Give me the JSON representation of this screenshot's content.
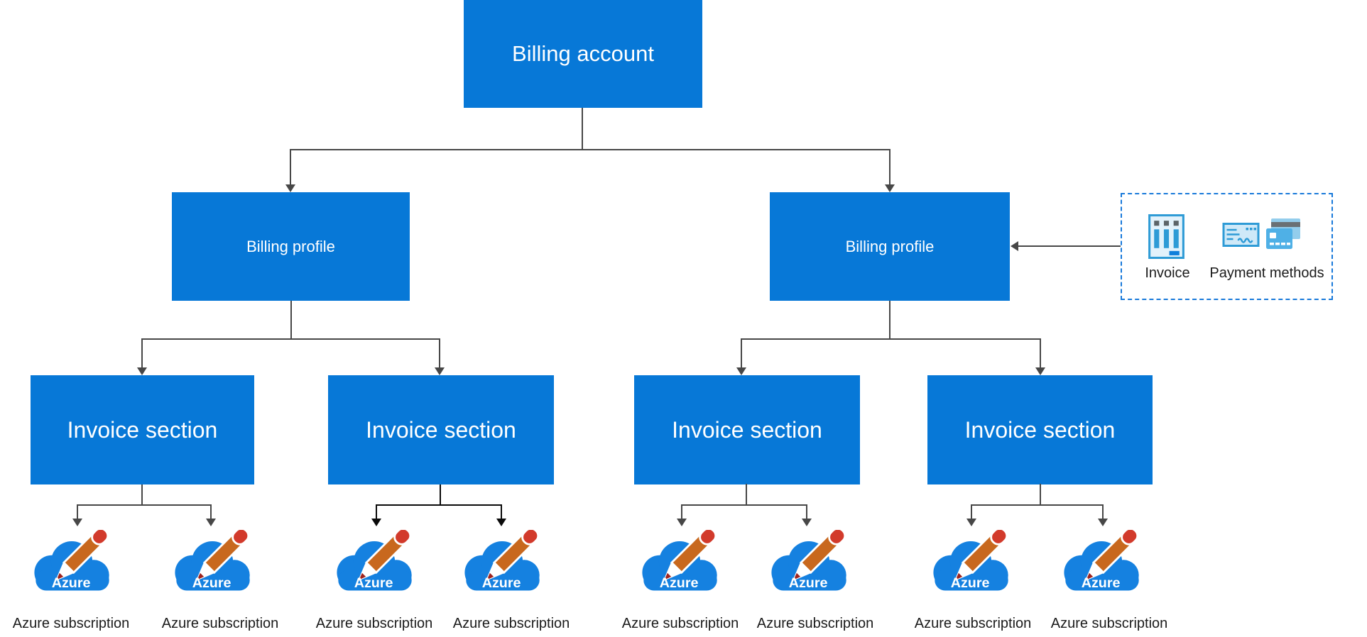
{
  "colors": {
    "node_fill": "#0778d7",
    "node_text": "#ffffff",
    "connector": "#474747",
    "connector_dark": "#0a0a0a",
    "legend_border": "#1879da",
    "cloud_blue": "#1581e0",
    "pencil_orange": "#c8681e",
    "pencil_eraser_red": "#d23a2b",
    "pencil_point_red": "#9e2420",
    "label_text": "#1b1b1b",
    "legend_icon_blue": "#2e9bd6",
    "legend_icon_light": "#e3f2fb"
  },
  "root": {
    "label": "Billing account"
  },
  "profiles": [
    {
      "label": "Billing profile",
      "sections": [
        {
          "label": "Invoice section",
          "subscriptions": [
            {
              "label": "Azure subscription",
              "icon_text": "Azure"
            },
            {
              "label": "Azure subscription",
              "icon_text": "Azure"
            }
          ]
        },
        {
          "label": "Invoice section",
          "subscriptions": [
            {
              "label": "Azure subscription",
              "icon_text": "Azure"
            },
            {
              "label": "Azure subscription",
              "icon_text": "Azure"
            }
          ]
        }
      ]
    },
    {
      "label": "Billing profile",
      "sections": [
        {
          "label": "Invoice section",
          "subscriptions": [
            {
              "label": "Azure subscription",
              "icon_text": "Azure"
            },
            {
              "label": "Azure subscription",
              "icon_text": "Azure"
            }
          ]
        },
        {
          "label": "Invoice section",
          "subscriptions": [
            {
              "label": "Azure subscription",
              "icon_text": "Azure"
            },
            {
              "label": "Azure subscription",
              "icon_text": "Azure"
            }
          ]
        }
      ]
    }
  ],
  "legend": {
    "items": [
      {
        "label": "Invoice",
        "icon": "invoice-icon"
      },
      {
        "label": "Payment methods",
        "icon": "payment-methods-icon"
      }
    ]
  }
}
